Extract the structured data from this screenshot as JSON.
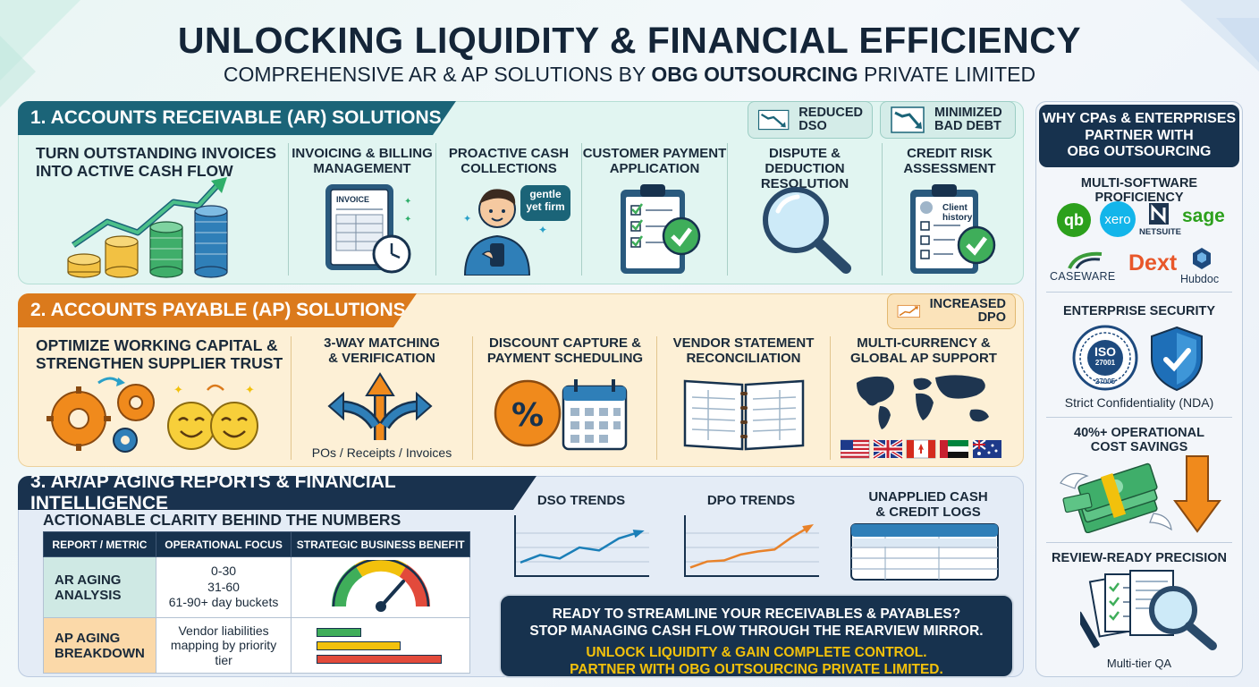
{
  "header": {
    "title": "UNLOCKING LIQUIDITY & FINANCIAL EFFICIENCY",
    "subtitle_pre": "COMPREHENSIVE AR & AP SOLUTIONS BY ",
    "subtitle_brand": "OBG OUTSOURCING",
    "subtitle_post": " PRIVATE LIMITED"
  },
  "ar": {
    "banner": "1. ACCOUNTS RECEIVABLE (AR) SOLUTIONS",
    "kpis": [
      {
        "line1": "REDUCED",
        "line2": "DSO"
      },
      {
        "line1": "MINIMIZED",
        "line2": "BAD DEBT"
      }
    ],
    "headline_1": "TURN OUTSTANDING INVOICES",
    "headline_2": "INTO ACTIVE CASH FLOW",
    "items": [
      {
        "line1": "INVOICING & BILLING",
        "line2": "MANAGEMENT",
        "icon_text": "INVOICE"
      },
      {
        "line1": "PROACTIVE CASH",
        "line2": "COLLECTIONS",
        "bubble_1": "gentle",
        "bubble_2": "yet firm"
      },
      {
        "line1": "CUSTOMER PAYMENT",
        "line2": "APPLICATION"
      },
      {
        "line1": "DISPUTE & DEDUCTION",
        "line2": "RESOLUTION"
      },
      {
        "line1": "CREDIT RISK",
        "line2": "ASSESSMENT",
        "icon_text_1": "Client",
        "icon_text_2": "history"
      }
    ]
  },
  "ap": {
    "banner": "2. ACCOUNTS PAYABLE (AP) SOLUTIONS",
    "kpi": {
      "line1": "INCREASED",
      "line2": "DPO"
    },
    "headline_1": "OPTIMIZE WORKING CAPITAL &",
    "headline_2": "STRENGTHEN SUPPLIER TRUST",
    "items": [
      {
        "line1": "3-WAY MATCHING",
        "line2": "& VERIFICATION",
        "caption": "POs / Receipts / Invoices"
      },
      {
        "line1": "DISCOUNT CAPTURE &",
        "line2": "PAYMENT SCHEDULING"
      },
      {
        "line1": "VENDOR STATEMENT",
        "line2": "RECONCILIATION"
      },
      {
        "line1": "MULTI-CURRENCY &",
        "line2": "GLOBAL AP SUPPORT"
      }
    ]
  },
  "aging": {
    "banner": "3. AR/AP AGING REPORTS & FINANCIAL INTELLIGENCE",
    "headline": "ACTIONABLE CLARITY BEHIND THE NUMBERS",
    "columns": [
      "REPORT / METRIC",
      "OPERATIONAL FOCUS",
      "STRATEGIC BUSINESS BENEFIT"
    ],
    "rows": [
      {
        "metric_1": "AR AGING",
        "metric_2": "ANALYSIS",
        "focus_1": "0-30",
        "focus_2": "31-60",
        "focus_3": "61-90+ day buckets"
      },
      {
        "metric_1": "AP AGING",
        "metric_2": "BREAKDOWN",
        "focus_1": "Vendor liabilities",
        "focus_2": "mapping by priority",
        "focus_3": "tier"
      }
    ],
    "trend_dso": "DSO TRENDS",
    "trend_dpo": "DPO TRENDS",
    "logs_1": "UNAPPLIED CASH",
    "logs_2": "& CREDIT LOGS",
    "trend_dso_values": [
      20,
      35,
      28,
      50,
      44,
      68,
      80
    ],
    "trend_dpo_values": [
      10,
      22,
      24,
      36,
      42,
      46,
      70,
      90
    ]
  },
  "cta": {
    "line1": "READY TO STREAMLINE YOUR RECEIVABLES & PAYABLES?",
    "line2": "STOP MANAGING CASH FLOW THROUGH THE REARVIEW MIRROR.",
    "line3": "UNLOCK LIQUIDITY & GAIN COMPLETE CONTROL.",
    "line4": "PARTNER WITH OBG OUTSOURCING PRIVATE LIMITED."
  },
  "sidebar": {
    "head_1": "WHY CPAs & ENTERPRISES",
    "head_2": "PARTNER WITH",
    "head_3": "OBG OUTSOURCING",
    "software_title": "MULTI-SOFTWARE PROFICIENCY",
    "logos": {
      "qb": "qb",
      "xero": "xero",
      "netsuite": "NETSUITE",
      "sage": "sage",
      "caseware": "CASEWARE",
      "dext": "Dext",
      "hubdoc": "Hubdoc"
    },
    "security_title": "ENTERPRISE SECURITY",
    "iso_1": "ISO",
    "iso_2": "27001",
    "iso_3": "27005",
    "security_caption": "Strict Confidentiality (NDA)",
    "savings_1": "40%+ OPERATIONAL",
    "savings_2": "COST SAVINGS",
    "review_title": "REVIEW-READY PRECISION",
    "review_caption": "Multi-tier QA"
  },
  "colors": {
    "ar_accent": "#1b6478",
    "ap_accent": "#db7a1c",
    "navy": "#17324e",
    "green": "#3fae5a",
    "gold": "#f2c10c",
    "red": "#e24a3b"
  }
}
